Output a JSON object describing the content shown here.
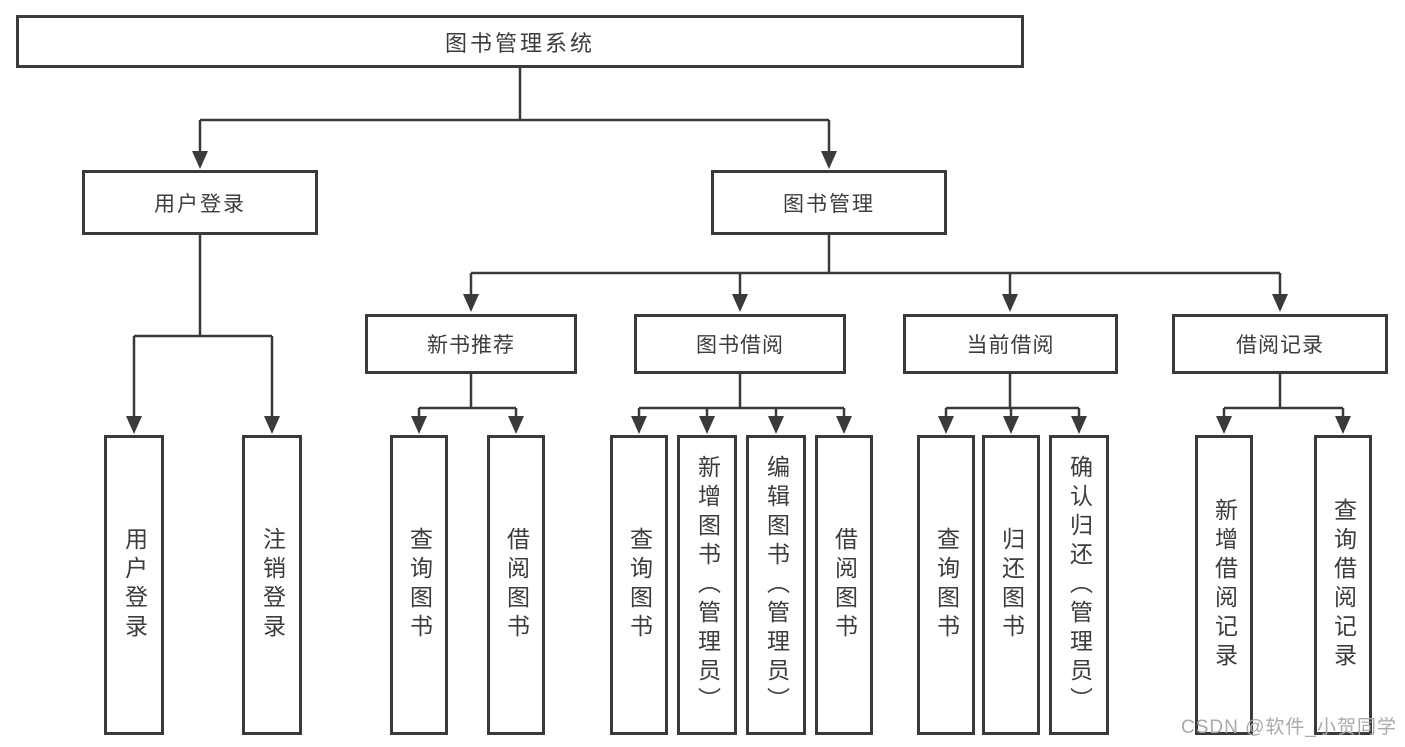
{
  "diagram": {
    "root": {
      "label": "图书管理系统"
    },
    "branches": [
      {
        "label": "用户登录",
        "children": [
          {
            "label": "用户登录"
          },
          {
            "label": "注销登录"
          }
        ]
      },
      {
        "label": "图书管理",
        "children": [
          {
            "label": "新书推荐",
            "children": [
              {
                "label": "查询图书"
              },
              {
                "label": "借阅图书"
              }
            ]
          },
          {
            "label": "图书借阅",
            "children": [
              {
                "label": "查询图书"
              },
              {
                "label": "新增图书（管理员）"
              },
              {
                "label": "编辑图书（管理员）"
              },
              {
                "label": "借阅图书"
              }
            ]
          },
          {
            "label": "当前借阅",
            "children": [
              {
                "label": "查询图书"
              },
              {
                "label": "归还图书"
              },
              {
                "label": "确认归还（管理员）"
              }
            ]
          },
          {
            "label": "借阅记录",
            "children": [
              {
                "label": "新增借阅记录"
              },
              {
                "label": "查询借阅记录"
              }
            ]
          }
        ]
      }
    ],
    "watermark": "CSDN @软件_小贺同学"
  },
  "colors": {
    "line": "#3a3a3a",
    "text": "#3c3c3c",
    "watermark": "#aaaaaa",
    "background": "#ffffff"
  }
}
